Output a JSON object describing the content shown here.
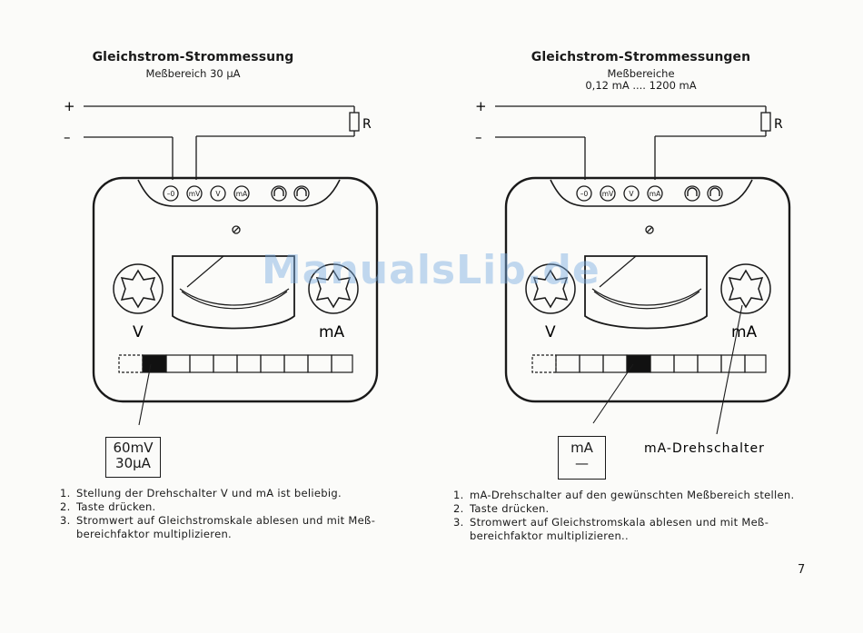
{
  "left": {
    "title": "Gleichstrom-Strommessung",
    "subtitle": "Meßbereich 30 μA",
    "terminals": [
      "–0",
      "mV",
      "V",
      "mA"
    ],
    "knob_left_label": "V",
    "knob_right_label": "mA",
    "resistor_label": "R",
    "plus_label": "+",
    "minus_label": "–",
    "box_line1": "60mV",
    "box_line2": "30μA",
    "steps": [
      {
        "num": "1.",
        "text": "Stellung der Drehschalter V und mA ist beliebig."
      },
      {
        "num": "2.",
        "text": "Taste drücken."
      },
      {
        "num": "3.",
        "text": "Stromwert auf Gleichstromskale ablesen und mit Meß-bereichfaktor multiplizieren."
      }
    ]
  },
  "right": {
    "title": "Gleichstrom-Strommessungen",
    "subtitle_line1": "Meßbereiche",
    "subtitle_line2": "0,12 mA .... 1200 mA",
    "terminals": [
      "–0",
      "mV",
      "V",
      "mA"
    ],
    "knob_left_label": "V",
    "knob_right_label": "mA",
    "resistor_label": "R",
    "plus_label": "+",
    "minus_label": "–",
    "box_line1": "mA",
    "box_line2": "—",
    "switch_label": "mA-Drehschalter",
    "steps": [
      {
        "num": "1.",
        "text": "mA-Drehschalter auf den gewünschten Meßbereich stellen."
      },
      {
        "num": "2.",
        "text": "Taste drücken."
      },
      {
        "num": "3.",
        "text": "Stromwert auf Gleichstromskala ablesen und mit Meß-bereichfaktor multiplizieren.."
      }
    ]
  },
  "watermark": "ManualsLib.de",
  "page_number": "7"
}
